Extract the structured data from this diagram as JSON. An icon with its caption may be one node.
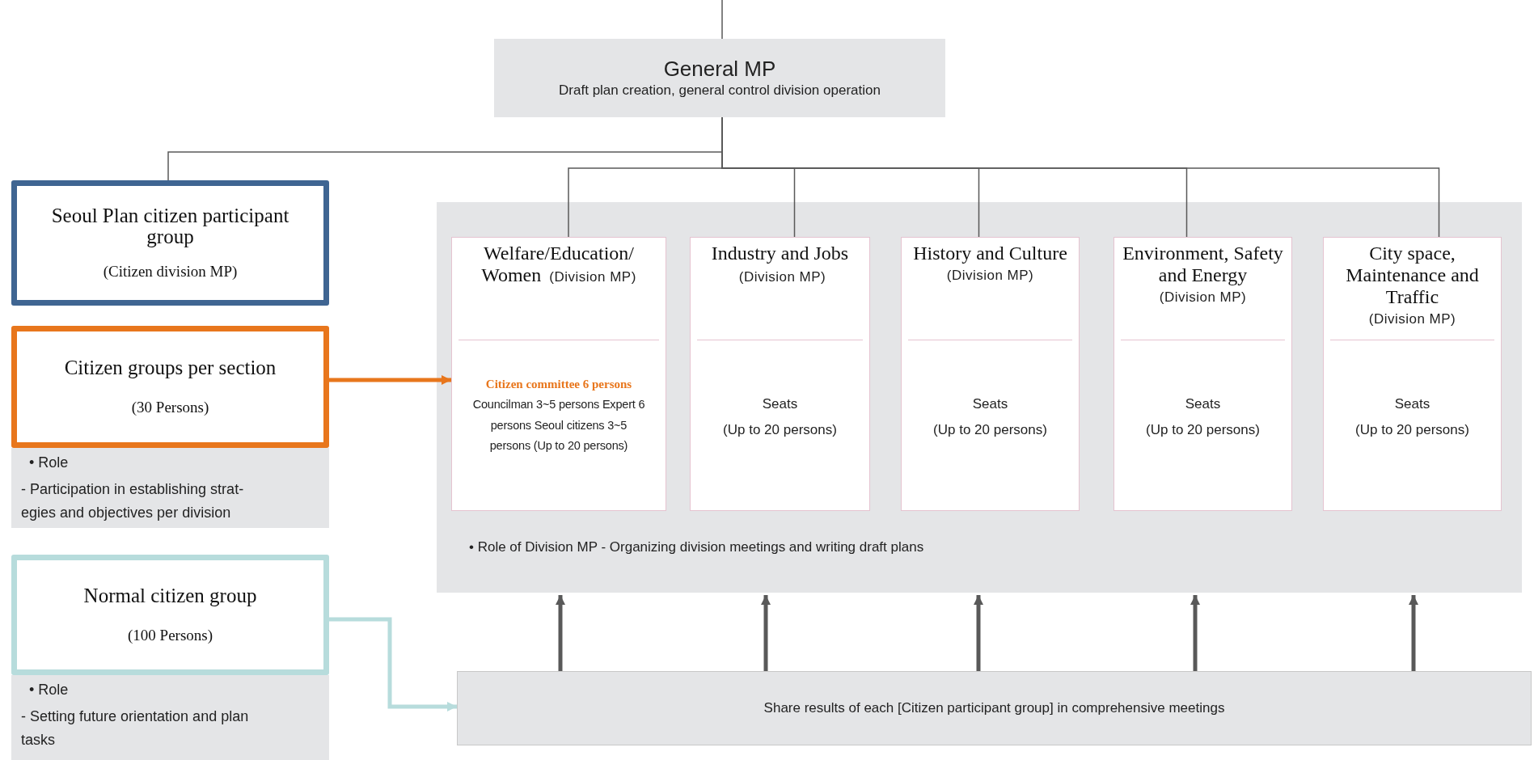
{
  "diagram": {
    "nodes": [
      {
        "text": [
          "General MP",
          "Draft plan creation, general control division operation"
        ]
      },
      {
        "text": [
          "Seoul Plan citizen participant group",
          "(Citizen division MP)"
        ]
      },
      {
        "text": [
          "Citizen groups per section",
          "(30 Persons)"
        ]
      },
      {
        "text": [
          "• Role",
          "- Participation in establishing strat- egies and objectives per division"
        ]
      },
      {
        "text": [
          "Normal citizen group",
          "(100 Persons)"
        ]
      },
      {
        "text": [
          "• Role",
          "- Setting future orientation and plan tasks"
        ]
      },
      {
        "text": [
          "• Role of Division MP - Organizing division meetings and writing draft plans"
        ]
      },
      {
        "text": [
          "Welfare/Education/ Women",
          "(Division MP)",
          "Citizen committee 6 persons",
          "Councilman 3~5 persons Expert 6 persons Seoul citizens 3~5 persons (Up to 20 persons)"
        ],
        "in": 6
      },
      {
        "text": [
          "Industry and Jobs",
          "(Division MP)",
          "Seats",
          "(Up to 20 persons)"
        ],
        "in": 6
      },
      {
        "text": [
          "History and Culture",
          "(Division MP)",
          "Seats",
          "(Up to 20 persons)"
        ],
        "in": 6
      },
      {
        "text": [
          "Environment, Safety and Energy",
          "(Division MP)",
          "Seats",
          "(Up to 20 persons)"
        ],
        "in": 6
      },
      {
        "text": [
          "City space, Maintenance and Traffic",
          "(Division MP)",
          "Seats",
          "(Up to 20 persons)"
        ],
        "in": 6
      },
      {
        "text": [
          "Share results of each [Citizen participant group] in comprehensive meetings"
        ]
      }
    ],
    "edges": [
      {
        "from": null,
        "to": 0,
        "arrow": "none"
      },
      {
        "from": 0,
        "to": 1,
        "arrow": "none"
      },
      {
        "from": 0,
        "to": 7,
        "arrow": "none"
      },
      {
        "from": 0,
        "to": 8,
        "arrow": "none"
      },
      {
        "from": 0,
        "to": 9,
        "arrow": "none"
      },
      {
        "from": 0,
        "to": 10,
        "arrow": "none"
      },
      {
        "from": 0,
        "to": 11,
        "arrow": "none"
      },
      {
        "from": 2,
        "to": 7,
        "arrow": "to",
        "style": "thick",
        "color": "#e8761c"
      },
      {
        "from": 4,
        "to": 12,
        "arrow": "to",
        "style": "thick",
        "color": "#b7dcdc"
      },
      {
        "from": 12,
        "to": 6,
        "arrow": "to",
        "style": "thick"
      },
      {
        "from": 12,
        "to": 6,
        "arrow": "to",
        "style": "thick"
      },
      {
        "from": 12,
        "to": 6,
        "arrow": "to",
        "style": "thick"
      },
      {
        "from": 12,
        "to": 6,
        "arrow": "to",
        "style": "thick"
      },
      {
        "from": 12,
        "to": 6,
        "arrow": "to",
        "style": "thick"
      }
    ]
  }
}
